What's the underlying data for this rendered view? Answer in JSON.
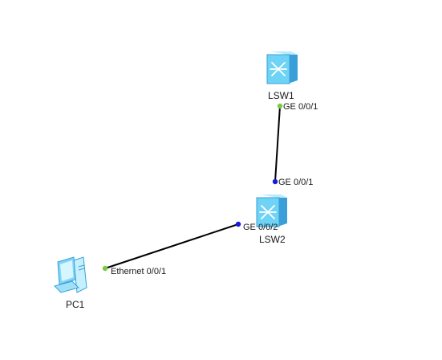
{
  "topology": {
    "devices": [
      {
        "id": "lsw1",
        "label": "LSW1",
        "type": "switch"
      },
      {
        "id": "lsw2",
        "label": "LSW2",
        "type": "switch"
      },
      {
        "id": "pc1",
        "label": "PC1",
        "type": "pc"
      }
    ],
    "links": [
      {
        "from": "lsw1",
        "to": "lsw2",
        "from_port": "GE 0/0/1",
        "to_port": "GE 0/0/1",
        "from_status": "up",
        "to_status": "down"
      },
      {
        "from": "lsw2",
        "to": "pc1",
        "from_port": "GE 0/0/2",
        "to_port": "Ethernet 0/0/1",
        "from_status": "down",
        "to_status": "up"
      }
    ],
    "icons": {
      "switch": "switch-icon",
      "pc": "pc-icon"
    },
    "colors": {
      "link": "#000000",
      "port_up": "#7ac943",
      "port_down": "#1a1adb",
      "switch_body": "#6fd3f5",
      "switch_side": "#3a9fd8",
      "pc_body": "#7fd6f7"
    }
  }
}
